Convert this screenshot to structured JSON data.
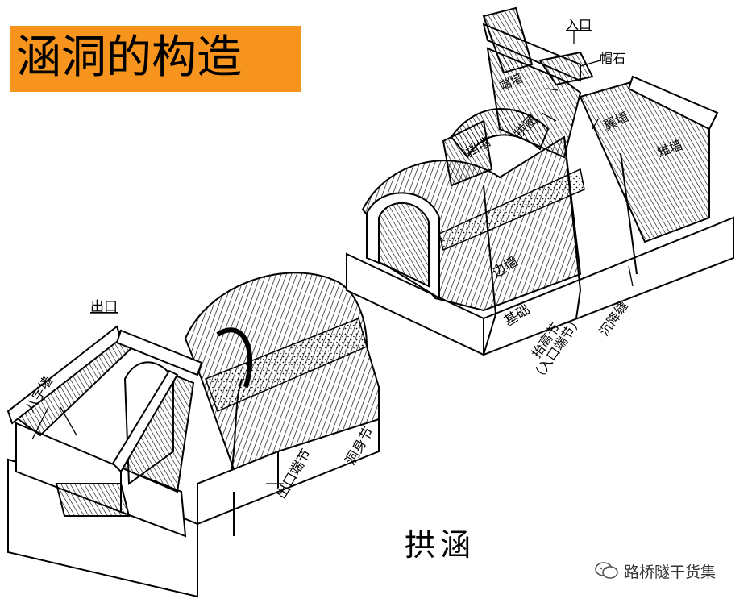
{
  "title": "涵洞的构造",
  "caption": "拱涵",
  "watermark": "路桥隧干货集",
  "colors": {
    "banner": "#f7941d",
    "ink": "#000000"
  },
  "labels": {
    "outlet": "出口",
    "wing_wall_splayed": "八字墙",
    "outlet_end_section": "出口端节",
    "body_section": "洞身节",
    "inlet": "入口",
    "cap_stone": "帽石",
    "end_wall": "端墙",
    "arch_ring": "拱圈",
    "retaining_wall": "挡墙",
    "wing_wall": "翼墙",
    "pier_wall": "雉墙",
    "side_wall": "边墙",
    "foundation": "基础",
    "raised_section": "抬高节",
    "inlet_end_section": "（入口端节）",
    "settlement_joint": "沉降缝"
  }
}
